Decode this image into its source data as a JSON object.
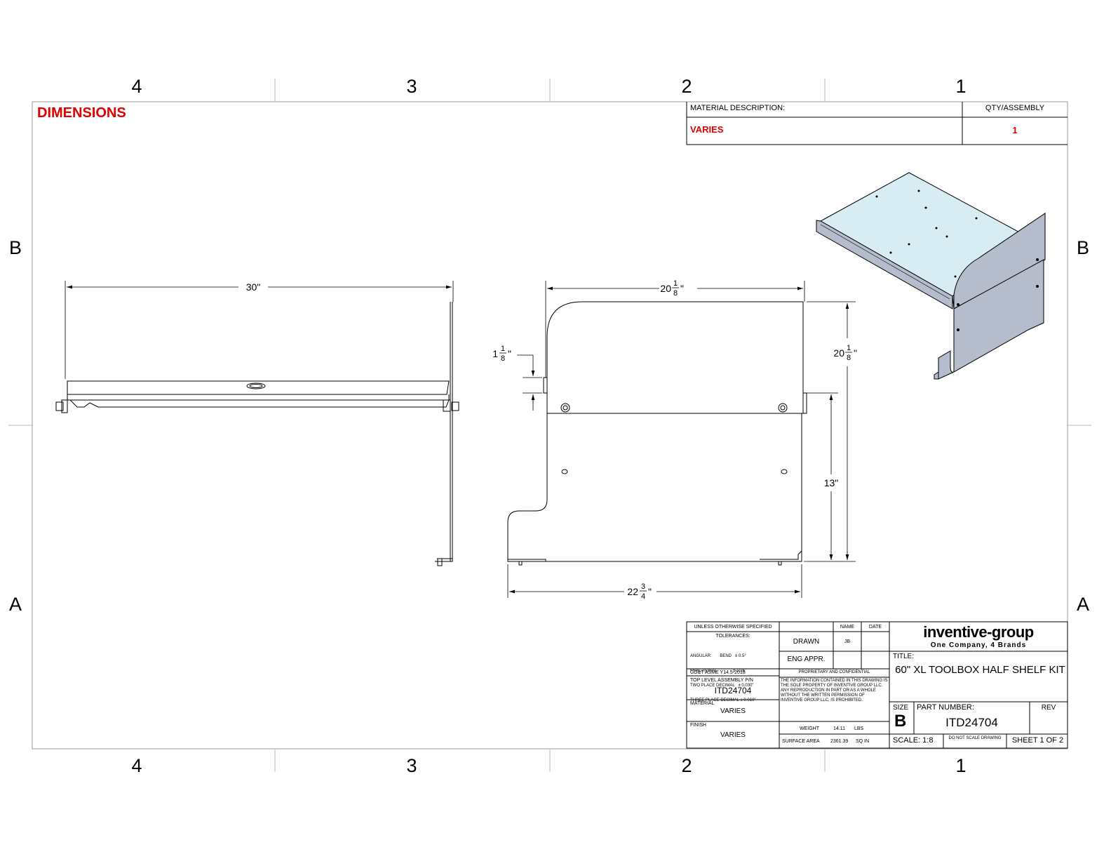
{
  "zones": {
    "columns": [
      "4",
      "3",
      "2",
      "1"
    ],
    "rows": [
      "B",
      "A"
    ]
  },
  "header": {
    "dimensions_label": "DIMENSIONS"
  },
  "material_block": {
    "desc_header": "MATERIAL DESCRIPTION:",
    "qty_header": "QTY/ASSEMBLY",
    "desc_value": "VARIES",
    "qty_value": "1"
  },
  "dims": {
    "width_front": "30\"",
    "top_width_whole": "20",
    "top_width_num": "1",
    "top_width_den": "8",
    "flange_whole": "1",
    "flange_num": "1",
    "flange_den": "8",
    "height_whole": "20",
    "height_num": "1",
    "height_den": "8",
    "lower_height": "13\"",
    "bottom_whole": "22",
    "bottom_num": "3",
    "bottom_den": "4"
  },
  "title_block": {
    "unless": "UNLESS OTHERWISE SPECIFIED",
    "tolerances": "TOLERANCES:",
    "tol_lines": [
      "ANGULAR:       BEND   ± 0.5°",
      "FRACTIONAL              ± 1/16\"",
      "TWO PLACE DECIMAL   ± 0.030\"",
      "THREE PLACE DECIMAL ± 0.010\""
    ],
    "gdt": "GD&T ASME Y14.5-2018",
    "top_level_label": "TOP LEVEL ASSEMBLY P/N",
    "top_level_value": "ITD24704",
    "material_label": "MATERIAL",
    "material_value": "VARIES",
    "finish_label": "FINISH",
    "finish_value": "VARIES",
    "name_header": "NAME",
    "date_header": "DATE",
    "drawn_label": "DRAWN",
    "drawn_name": "JB",
    "eng_label": "ENG APPR.",
    "proprietary": "PROPRIETARY AND CONFIDENTIAL",
    "proprietary_text": "THE INFORMATION CONTAINED IN THIS DRAWING IS THE SOLE PROPERTY OF INVENTIVE GROUP LLC. ANY REPRODUCTION IN PART OR AS A WHOLE WITHOUT THE WRITTEN PERMISSION OF INVENTIVE GROUP LLC. IS PROHIBITED.",
    "weight_label": "WEIGHT",
    "weight_value": "14.11",
    "weight_unit": "LBS",
    "surface_label": "SURFACE AREA",
    "surface_value": "2361.39",
    "surface_unit": "SQ IN",
    "logo_text": "inventive-group",
    "logo_tagline": "One Company, 4 Brands",
    "title_label": "TITLE:",
    "title_value": "60\" XL TOOLBOX HALF SHELF KIT",
    "size_label": "SIZE",
    "size_value": "B",
    "part_label": "PART NUMBER:",
    "part_value": "ITD24704",
    "rev_label": "REV",
    "scale": "SCALE: 1:8",
    "noscale": "DO NOT SCALE DRAWING",
    "sheet": "SHEET 1 OF 2"
  },
  "colors": {
    "accent_red": "#e00000",
    "line": "#000000",
    "panel_fill": "#b5bccb",
    "shelf_fill": "#d8ecf3"
  }
}
